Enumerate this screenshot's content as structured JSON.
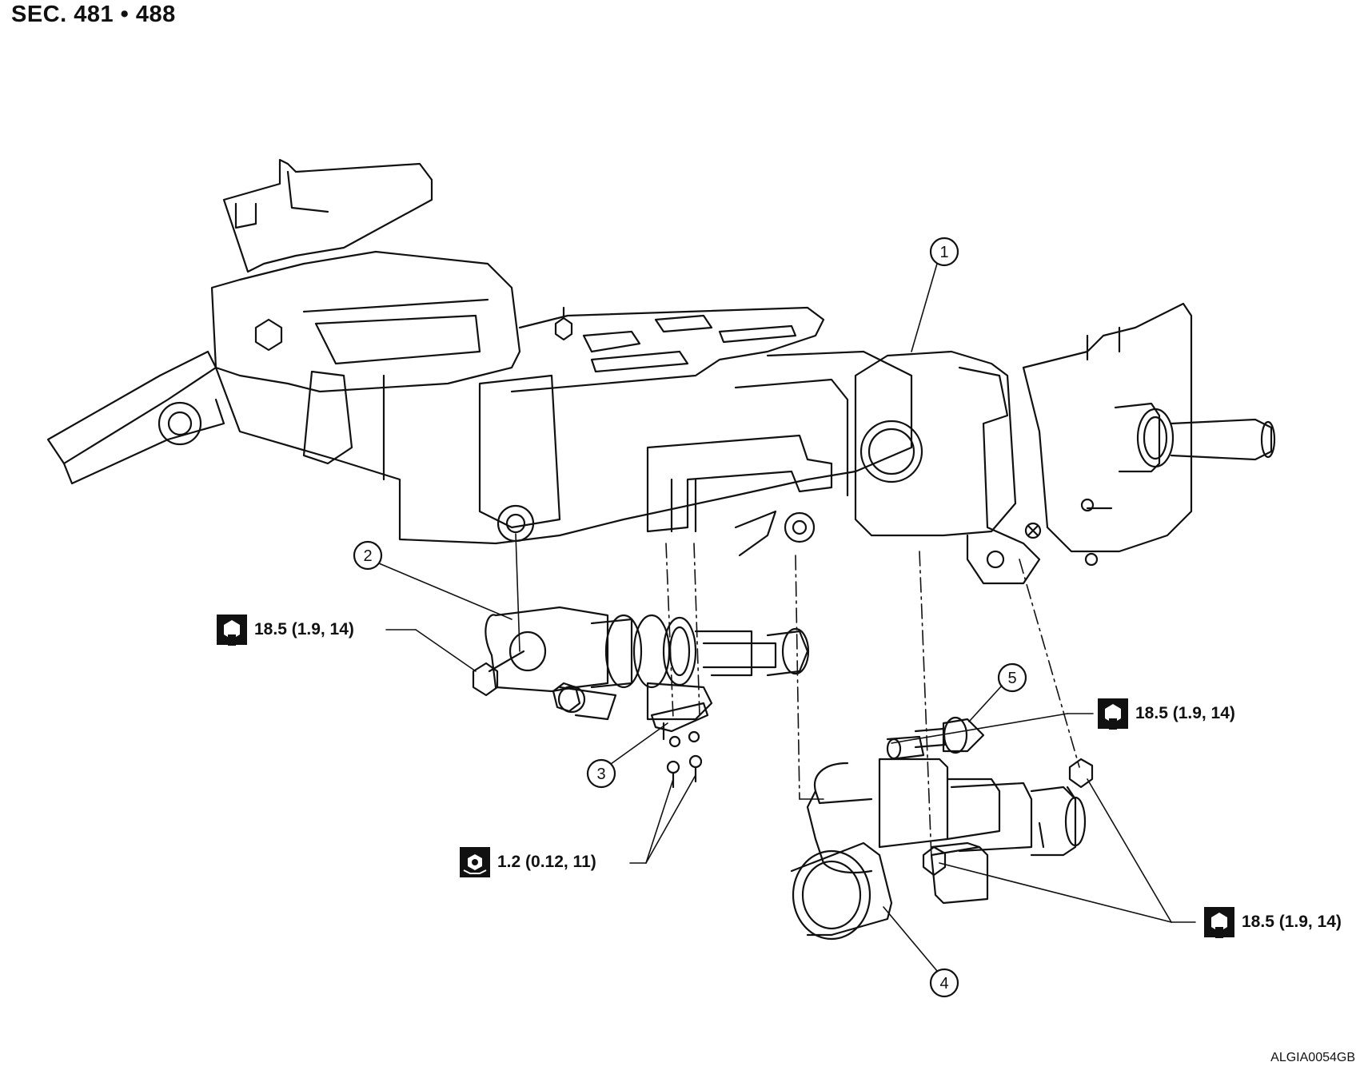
{
  "header": {
    "section": "SEC. 481 • 488"
  },
  "footer": {
    "ref_code": "ALGIA0054GB"
  },
  "part_numbers": [
    "1",
    "2",
    "3",
    "4",
    "5"
  ],
  "torque_specs": [
    {
      "icon": "torque-wrench-icon",
      "value": "18.5 (1.9, 14)"
    },
    {
      "icon": "torque-wrench-icon",
      "value": "18.5 (1.9, 14)"
    },
    {
      "icon": "torque-nut-icon",
      "value": "1.2 (0.12, 11)"
    },
    {
      "icon": "torque-wrench-icon",
      "value": "18.5 (1.9, 14)"
    }
  ]
}
